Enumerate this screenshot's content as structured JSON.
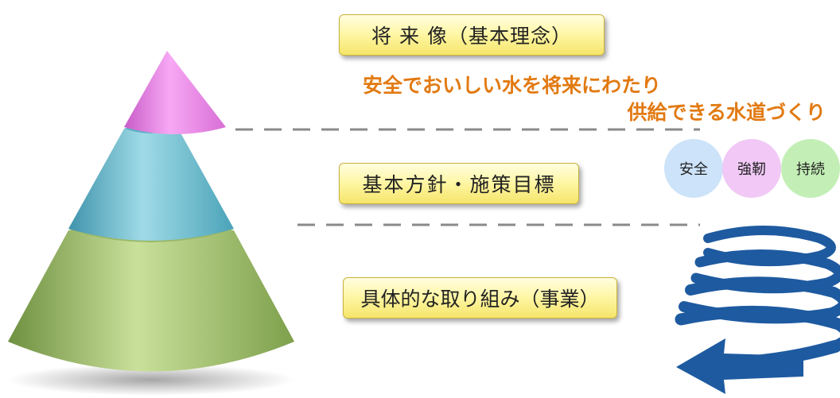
{
  "labels": {
    "vision": "将 来 像（基本理念）",
    "policy": "基本方針・施策目標",
    "projects": "具体的な取り組み（事業）"
  },
  "vision_text": {
    "line1": "安全でおいしい水を将来にわたり",
    "line2": "供給できる水道づくり"
  },
  "pillars": [
    "安全",
    "強靭",
    "持続"
  ],
  "colors": {
    "pyramid_top": "#e98be6",
    "pyramid_middle": "#6bbccd",
    "pyramid_bottom": "#9cb968",
    "label_fill": "#fff7a8",
    "vision_text": "#e27a12",
    "spiral": "#1e5aa0",
    "dash_line": "#8a8a8a"
  },
  "icons": {
    "spiral": "spiral-arrow-icon"
  }
}
